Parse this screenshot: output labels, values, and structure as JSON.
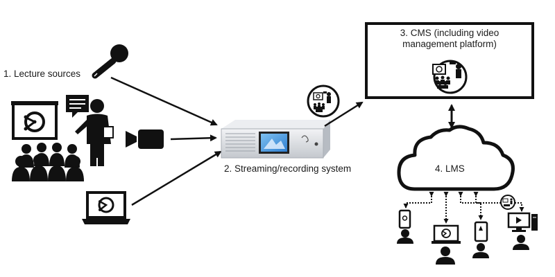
{
  "labels": {
    "lecture_sources": "1. Lecture sources",
    "streaming_system": "2. Streaming/recording system",
    "cms_line1": "3. CMS (including video",
    "cms_line2": "management platform)",
    "lms": "4. LMS"
  },
  "icons": [
    "microphone-icon",
    "presenter-icon",
    "audience-icon",
    "video-camera-icon",
    "laptop-icon",
    "streaming-device-icon",
    "lecture-capture-badge-icon",
    "cloud-icon",
    "smartphone-icon",
    "monitor-icon",
    "tablet-icon",
    "desktop-computer-icon",
    "user-icon"
  ],
  "colors": {
    "ink": "#111111",
    "device_silver": "#d8dbe0",
    "screen_blue": "#2f7fd1",
    "background": "#ffffff"
  }
}
